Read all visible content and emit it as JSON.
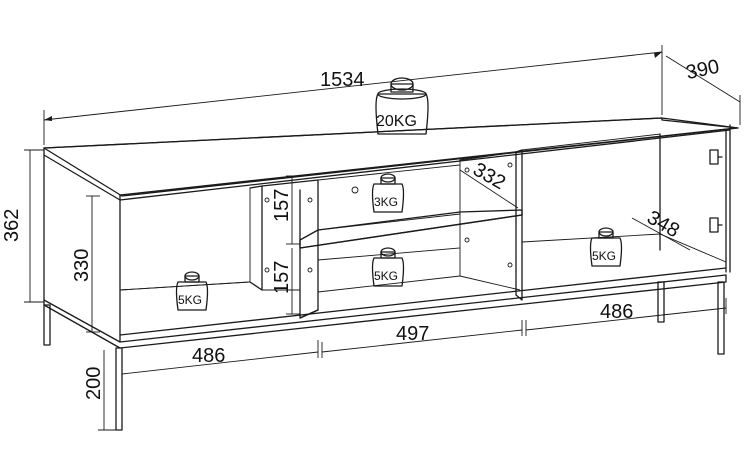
{
  "dimensions": {
    "width": "1534",
    "depth": "390",
    "height_total": "362",
    "height_body": "330",
    "leg_height": "200",
    "shelf_upper": "157",
    "shelf_lower": "157",
    "inner_depth_middle": "332",
    "inner_depth_right": "348",
    "compartment_left": "486",
    "compartment_middle": "497",
    "compartment_right": "486"
  },
  "weights": {
    "top": "20KG",
    "middle_shelf": "3KG",
    "middle_bottom": "5KG",
    "left_bottom": "5KG",
    "right_bottom": "5KG"
  },
  "colors": {
    "line": "#1a1a1a",
    "background": "#ffffff"
  }
}
